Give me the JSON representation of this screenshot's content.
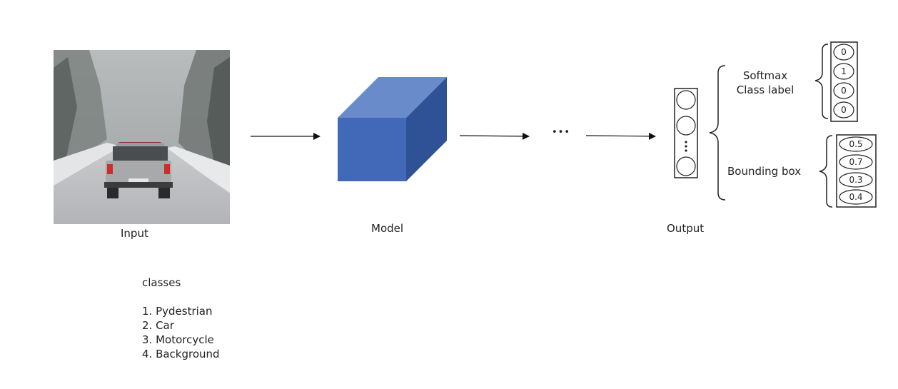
{
  "labels": {
    "input": "Input",
    "model": "Model",
    "output": "Output",
    "softmax": "Softmax",
    "class_label": "Class label",
    "bounding_box": "Bounding box",
    "ellipsis": "•••"
  },
  "classes": {
    "heading": "classes",
    "items": [
      "1. Pydestrian",
      "2. Car",
      "3. Motorcycle",
      "4. Background"
    ]
  },
  "class_vector": [
    "0",
    "1",
    "0",
    "0"
  ],
  "bbox_vector": [
    "0.5",
    "0.7",
    "0.3",
    "0.4"
  ],
  "colors": {
    "cube_front": "#4169b8",
    "cube_top": "#6a8bc9",
    "cube_side": "#2f5196"
  }
}
